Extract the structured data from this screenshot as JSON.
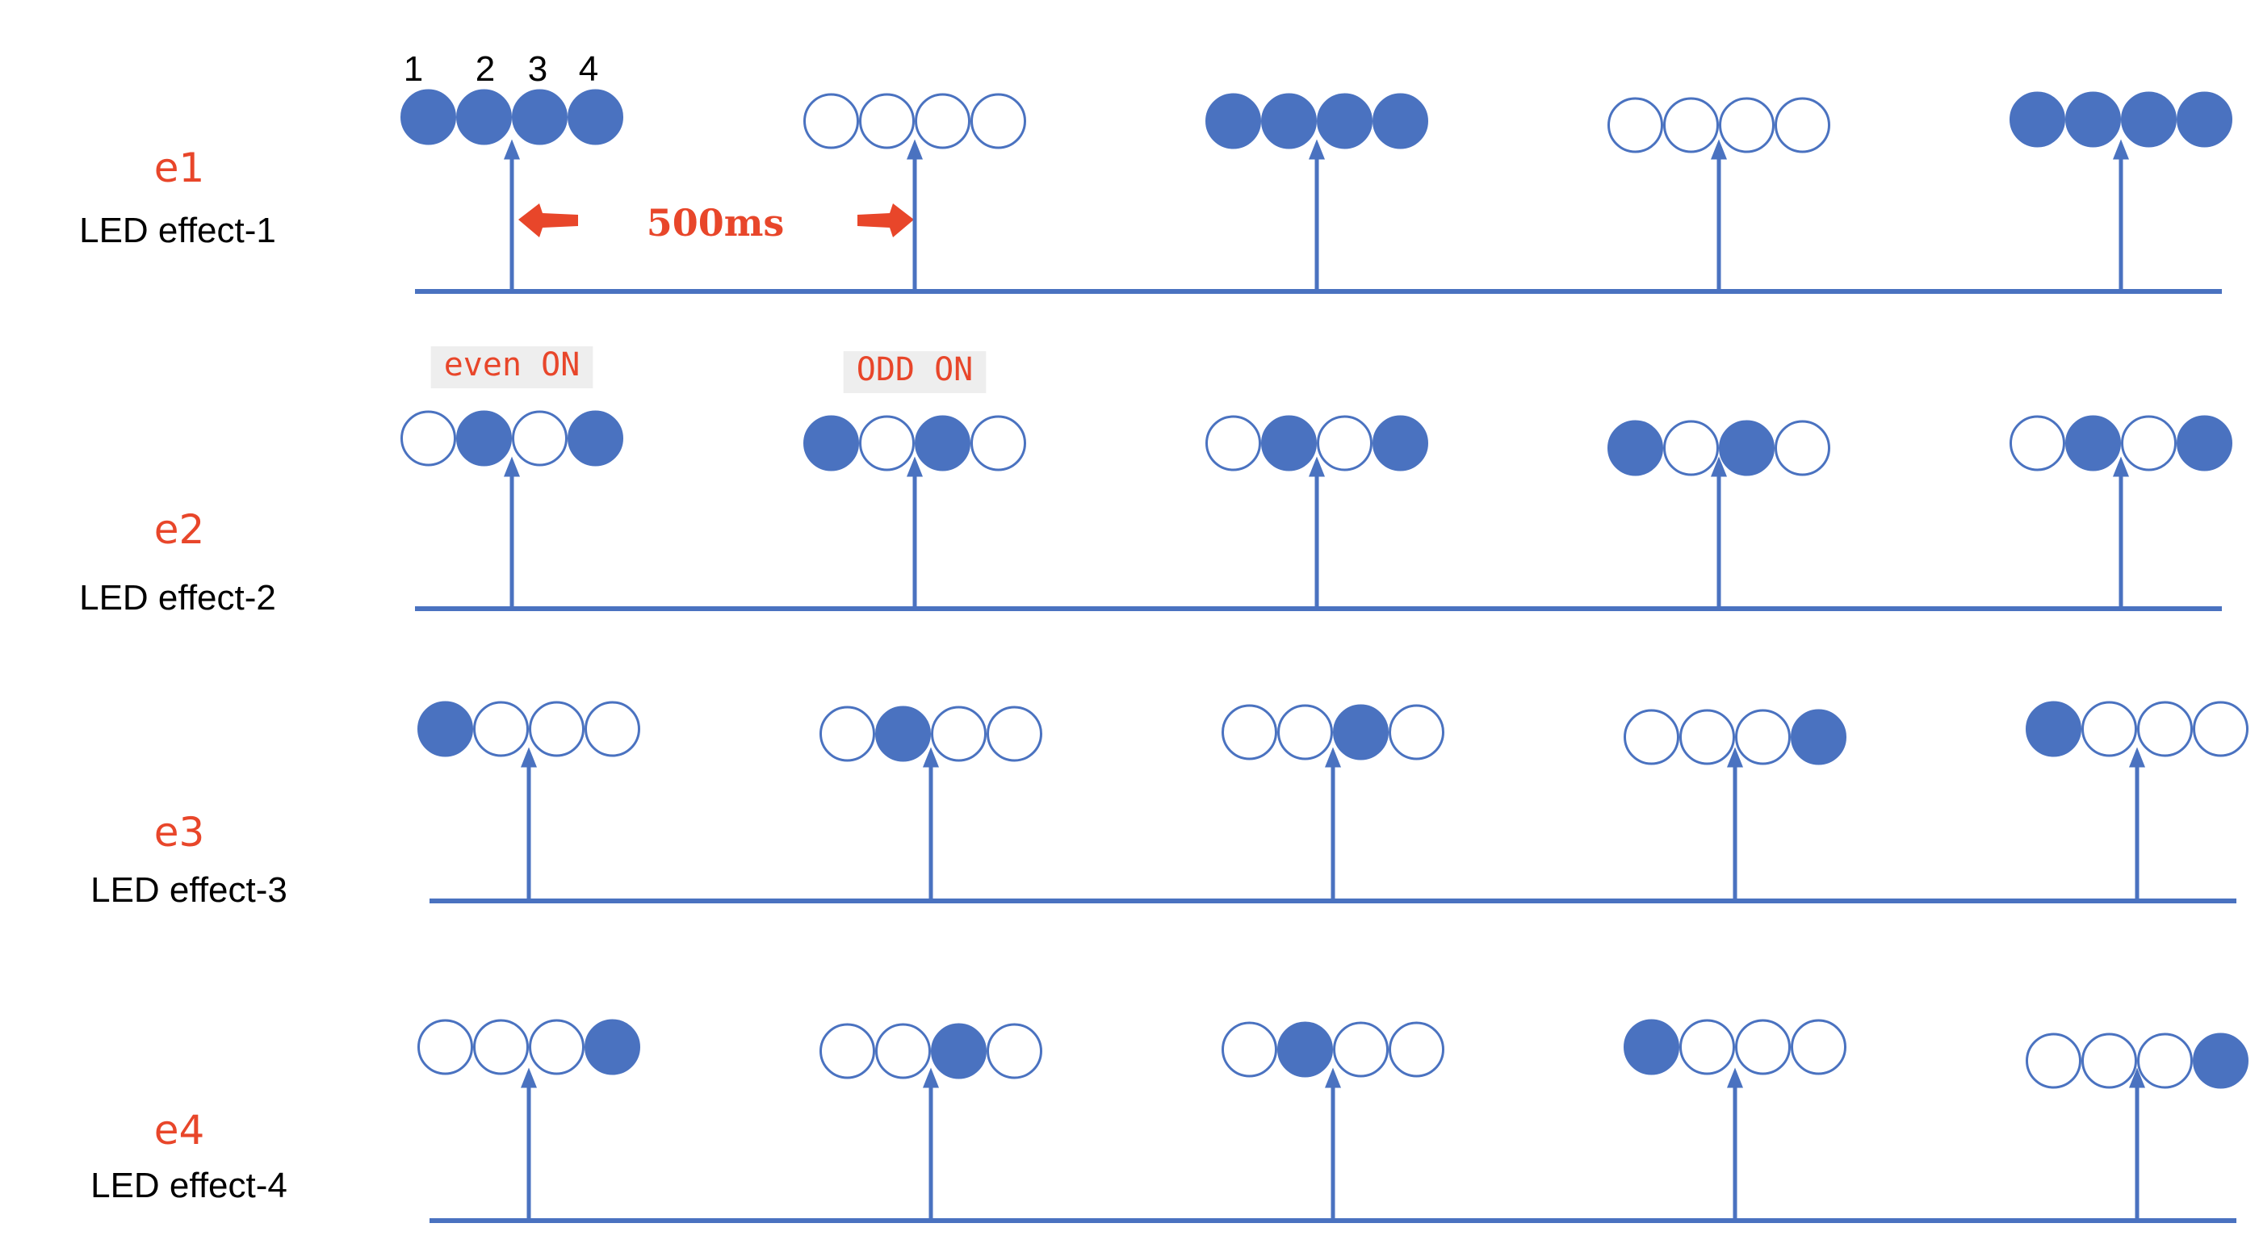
{
  "colors": {
    "accent": "#4a72c0",
    "led_on": "#4a72c0",
    "led_off": "#ffffff",
    "label_red": "#e8462a",
    "label_bg": "#eeeeee"
  },
  "led_numbers": [
    "1",
    "2",
    "3",
    "4"
  ],
  "interval_label": "500ms",
  "effects": [
    {
      "code": "e1",
      "name": "LED effect-1",
      "states": [
        [
          1,
          1,
          1,
          1
        ],
        [
          0,
          0,
          0,
          0
        ],
        [
          1,
          1,
          1,
          1
        ],
        [
          0,
          0,
          0,
          0
        ],
        [
          1,
          1,
          1,
          1
        ]
      ],
      "state_labels": [
        "",
        "",
        "",
        "",
        ""
      ]
    },
    {
      "code": "e2",
      "name": "LED effect-2",
      "states": [
        [
          0,
          1,
          0,
          1
        ],
        [
          1,
          0,
          1,
          0
        ],
        [
          0,
          1,
          0,
          1
        ],
        [
          1,
          0,
          1,
          0
        ],
        [
          0,
          1,
          0,
          1
        ]
      ],
      "state_labels": [
        "even ON",
        "ODD ON",
        "",
        "",
        ""
      ]
    },
    {
      "code": "e3",
      "name": "LED effect-3",
      "states": [
        [
          1,
          0,
          0,
          0
        ],
        [
          0,
          1,
          0,
          0
        ],
        [
          0,
          0,
          1,
          0
        ],
        [
          0,
          0,
          0,
          1
        ],
        [
          1,
          0,
          0,
          0
        ]
      ],
      "state_labels": [
        "",
        "",
        "",
        "",
        ""
      ]
    },
    {
      "code": "e4",
      "name": "LED effect-4",
      "states": [
        [
          0,
          0,
          0,
          1
        ],
        [
          0,
          0,
          1,
          0
        ],
        [
          0,
          1,
          0,
          0
        ],
        [
          1,
          0,
          0,
          0
        ],
        [
          0,
          0,
          0,
          1
        ]
      ],
      "state_labels": [
        "",
        "",
        "",
        "",
        ""
      ]
    }
  ]
}
